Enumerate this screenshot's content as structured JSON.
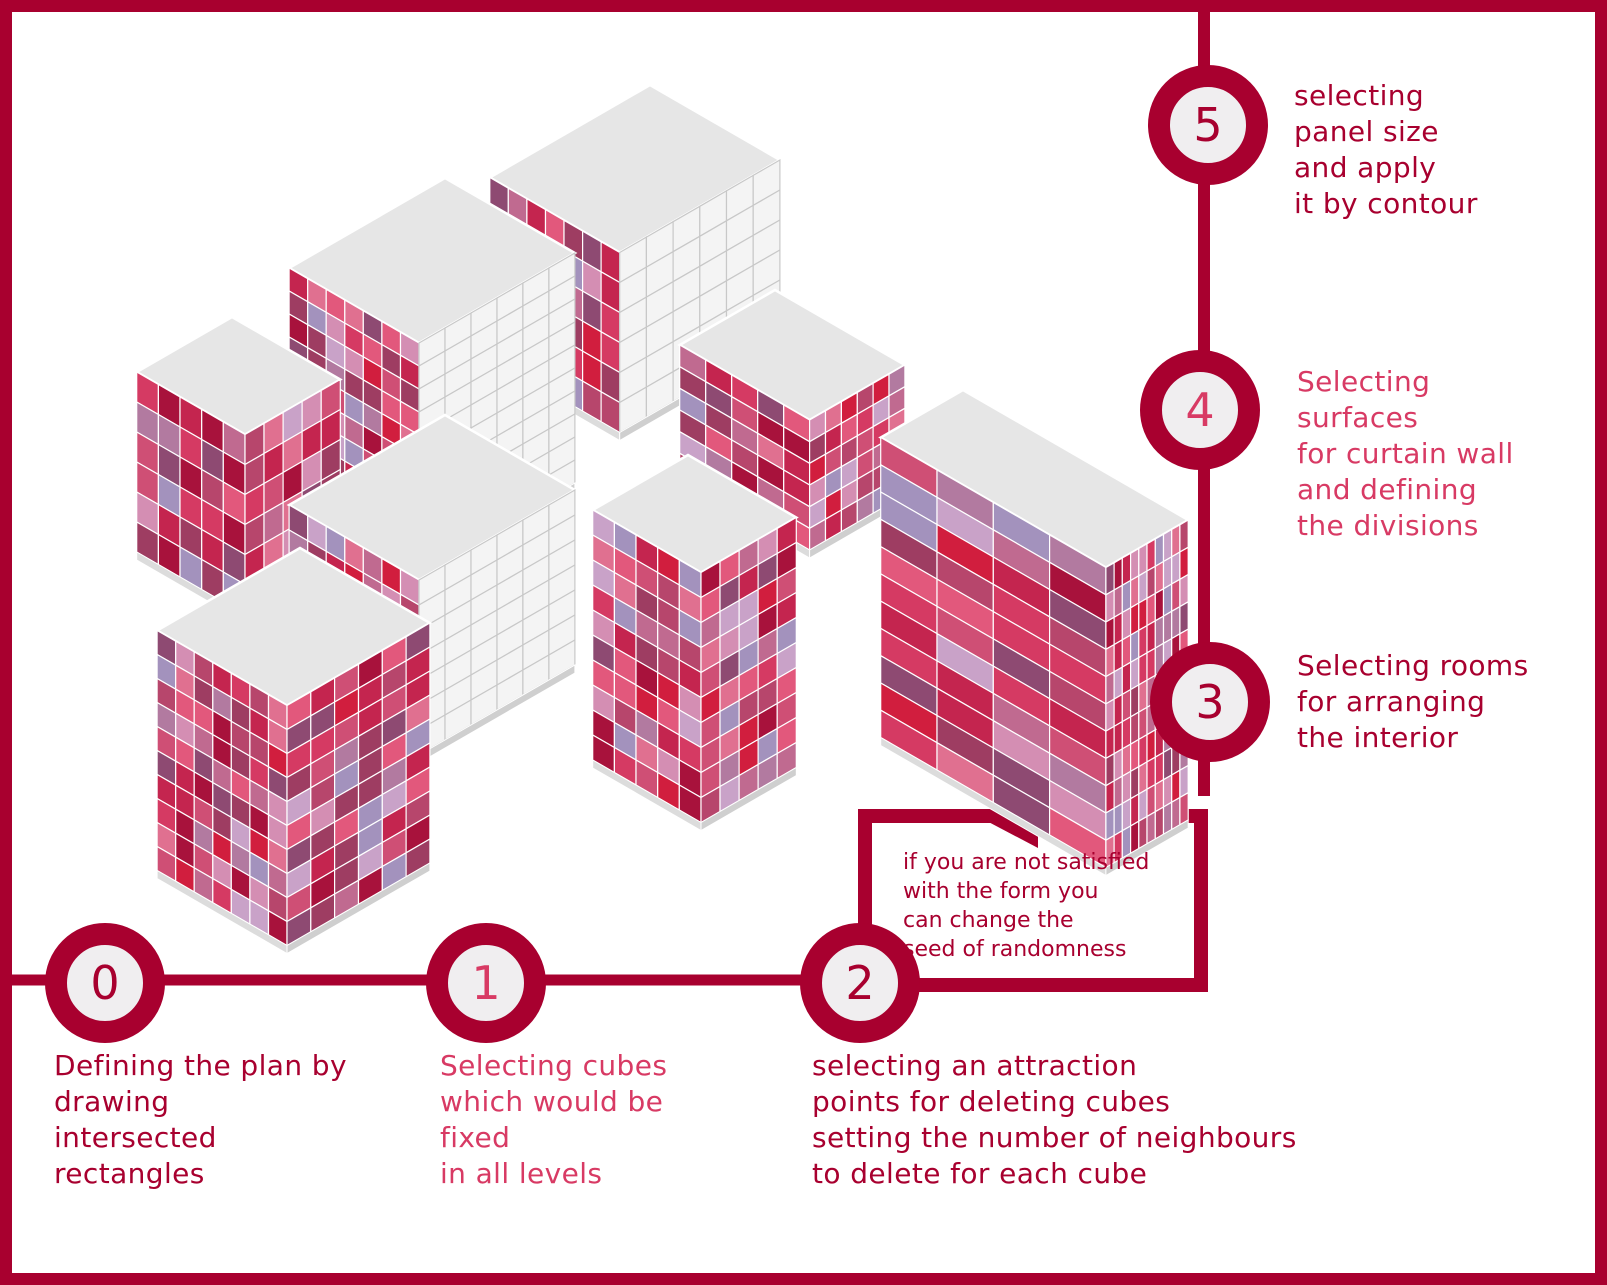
{
  "colors": {
    "frame": "#a8002f",
    "node_fill": "#f0eef0",
    "label_dark": "#a8002f",
    "label_pink": "#d83a64",
    "slab": "#e6e6e6",
    "glass": "#f4f4f4",
    "tile_palette": [
      "#a8123c",
      "#c4254f",
      "#d53a63",
      "#e2587c",
      "#cf4f75",
      "#b7466c",
      "#9e3d62",
      "#8e4a72",
      "#c06a90",
      "#d48eb3",
      "#c9a2c8",
      "#a392bd",
      "#b27aa0",
      "#e07090",
      "#d11e3e"
    ]
  },
  "steps": [
    {
      "number": "0",
      "label": "Defining the plan by\ndrawing\nintersected\nrectangles",
      "tone": "dark"
    },
    {
      "number": "1",
      "label": "Selecting cubes\nwhich would be\nfixed\nin all levels",
      "tone": "pink"
    },
    {
      "number": "2",
      "label": "selecting an attraction\npoints for deleting cubes\nsetting the number of neighbours\nto delete for each cube",
      "tone": "dark"
    },
    {
      "number": "3",
      "label": "Selecting rooms\nfor arranging\nthe interior",
      "tone": "dark"
    },
    {
      "number": "4",
      "label": "Selecting\nsurfaces\nfor curtain wall\nand defining\nthe divisions",
      "tone": "pink"
    },
    {
      "number": "5",
      "label": "selecting\npanel size\nand apply\nit by contour",
      "tone": "dark"
    }
  ],
  "loop_note": "if you are not satisfied\n with the form you\ncan change the\n seed of randomness"
}
